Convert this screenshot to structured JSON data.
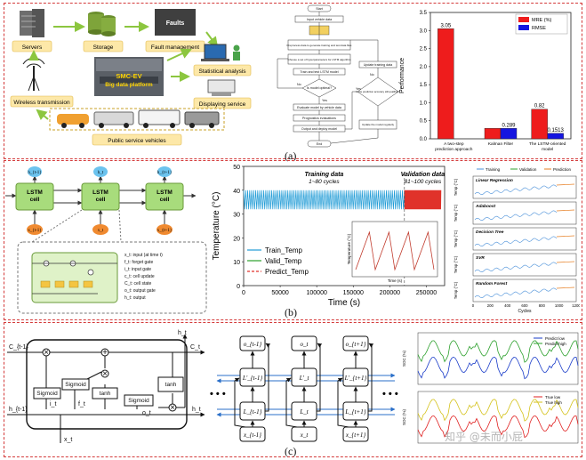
{
  "panel_a": {
    "label": "(a)",
    "flow": {
      "servers": "Servers",
      "storage": "Storage",
      "faults": "Faults",
      "fault_management": "Fault management",
      "statistical_analysis": "Statistical analysis",
      "displaying_service": "Displaying service",
      "wireless_transmission": "Wireless transmission",
      "platform_title": "SMC-EV",
      "platform_subtitle": "Big data platform",
      "public_service_vehicles": "Public service vehicles"
    },
    "flowchart": {
      "start": "Start",
      "input": "Input vehicle data",
      "preprocess": "Preprocess data to generate training and test data files",
      "hyper": "Choose a set of hyperparameters for LSTM algorithm",
      "train": "Train and test LSTM model",
      "optimal_q": "Is model optimal?",
      "evaluate": "Evaluate model by vehicle data",
      "prognostics": "Prognostics evaluations",
      "output": "Output and deploy model",
      "update_data": "Update training data",
      "accuracy_q": "Is the prediction accuracy still qualified?",
      "update_model": "Update the model regularly",
      "end": "End",
      "no": "No",
      "yes": "Yes"
    },
    "chart_data": {
      "type": "bar",
      "ylabel": "Performance",
      "ylim": [
        0,
        3.5
      ],
      "yticks": [
        "0.0",
        "0.5",
        "1.0",
        "1.5",
        "2.0",
        "2.5",
        "3.0",
        "3.5"
      ],
      "categories": [
        "A two-step prediction approach for temperature rise",
        "Kalman Filter",
        "The LSTM-oriented model"
      ],
      "category_lines": [
        [
          "A two-step",
          "prediction approach",
          "for temperature rise"
        ],
        [
          "Kalman Filter"
        ],
        [
          "The LSTM-oriented",
          "model"
        ]
      ],
      "series": [
        {
          "name": "MRE (%)",
          "color": "#ee1c1c",
          "values": [
            3.05,
            0.289,
            0.82
          ],
          "labels": [
            "3.05",
            "",
            "0.82"
          ]
        },
        {
          "name": "RMSE",
          "color": "#1515e0",
          "values": [
            0,
            0.289,
            0.1513
          ],
          "labels": [
            "",
            "0.289",
            "0.1513"
          ]
        }
      ]
    }
  },
  "panel_b": {
    "label": "(b)",
    "lstm": {
      "cell_label": "LSTM\ncell",
      "h_prev": "h_{t-1}",
      "h_cur": "h_t",
      "h_next": "h_{t+1}",
      "x_prev": "x_{t-1}",
      "x_cur": "x_t",
      "x_next": "x_{t+1}",
      "legend": [
        "x_t: input (at time t)",
        "f_t: forget gate",
        "i_t: input gate",
        "c_t: cell update",
        "C_t: cell state",
        "o_t: output gate",
        "h_t: output"
      ]
    },
    "chart_data": {
      "type": "line",
      "ylabel": "Temperature (°C)",
      "xlabel": "Time (s)",
      "ylim": [
        0,
        50
      ],
      "yticks": [
        "0",
        "10",
        "20",
        "30",
        "40",
        "50"
      ],
      "xlim": [
        0,
        275000
      ],
      "xticks": [
        "0",
        "50000",
        "100000",
        "150000",
        "200000",
        "250000"
      ],
      "annotation_train": "Training data",
      "annotation_train_sub": "1~80 cycles",
      "annotation_valid": "Validation data",
      "annotation_valid_sub": "81~100 cycles",
      "legend": [
        "Train_Temp",
        "Valid_Temp",
        "Predict_Temp"
      ],
      "colors": {
        "train": "#1f9bd6",
        "valid": "#2ca02c",
        "predict": "#e0322a"
      },
      "train_range": [
        0,
        220000
      ],
      "valid_range": [
        220000,
        270000
      ],
      "band": [
        32,
        40
      ],
      "inset": {
        "ylabel": "Temperature (°C)",
        "xlabel": "Time (s)"
      }
    },
    "small_models": {
      "legend": [
        "Training",
        "Validation",
        "Prediction"
      ],
      "titles": [
        "Linear Regression",
        "Adaboost",
        "Decision Tree",
        "SVR",
        "Random Forest"
      ],
      "ylabel": "Temp (°C)",
      "xlabel": "Cycles",
      "xticks": [
        "0",
        "200",
        "400",
        "600",
        "800",
        "1000",
        "1200"
      ]
    }
  },
  "panel_c": {
    "label": "(c)",
    "cell": {
      "c_prev": "C_{t-1}",
      "c_t": "C_t",
      "h_prev": "h_{t-1}",
      "h_t": "h_t",
      "h_out": "h_t",
      "x_t": "x_t",
      "sigmoid": "Sigmoid",
      "tanh": "tanh",
      "i_t": "i_t",
      "f_t": "f_t",
      "o_t": "o_t"
    },
    "unrolled": {
      "o": [
        "o_{t-1}",
        "o_t",
        "o_{t+1}"
      ],
      "lp": [
        "L'_{t-1}",
        "L'_t",
        "L'_{t+1}"
      ],
      "l": [
        "L_{t-1}",
        "L_t",
        "L_{t+1}"
      ],
      "x": [
        "x_{t-1}",
        "x_t",
        "x_{t+1}"
      ],
      "dots": "• • •"
    },
    "plots": {
      "top_legend": [
        "Predict low",
        "Predict high"
      ],
      "bottom_legend": [
        "True low",
        "True high"
      ],
      "ylabel": "SOC (%)"
    },
    "watermark": "知乎 @未而小屁"
  }
}
